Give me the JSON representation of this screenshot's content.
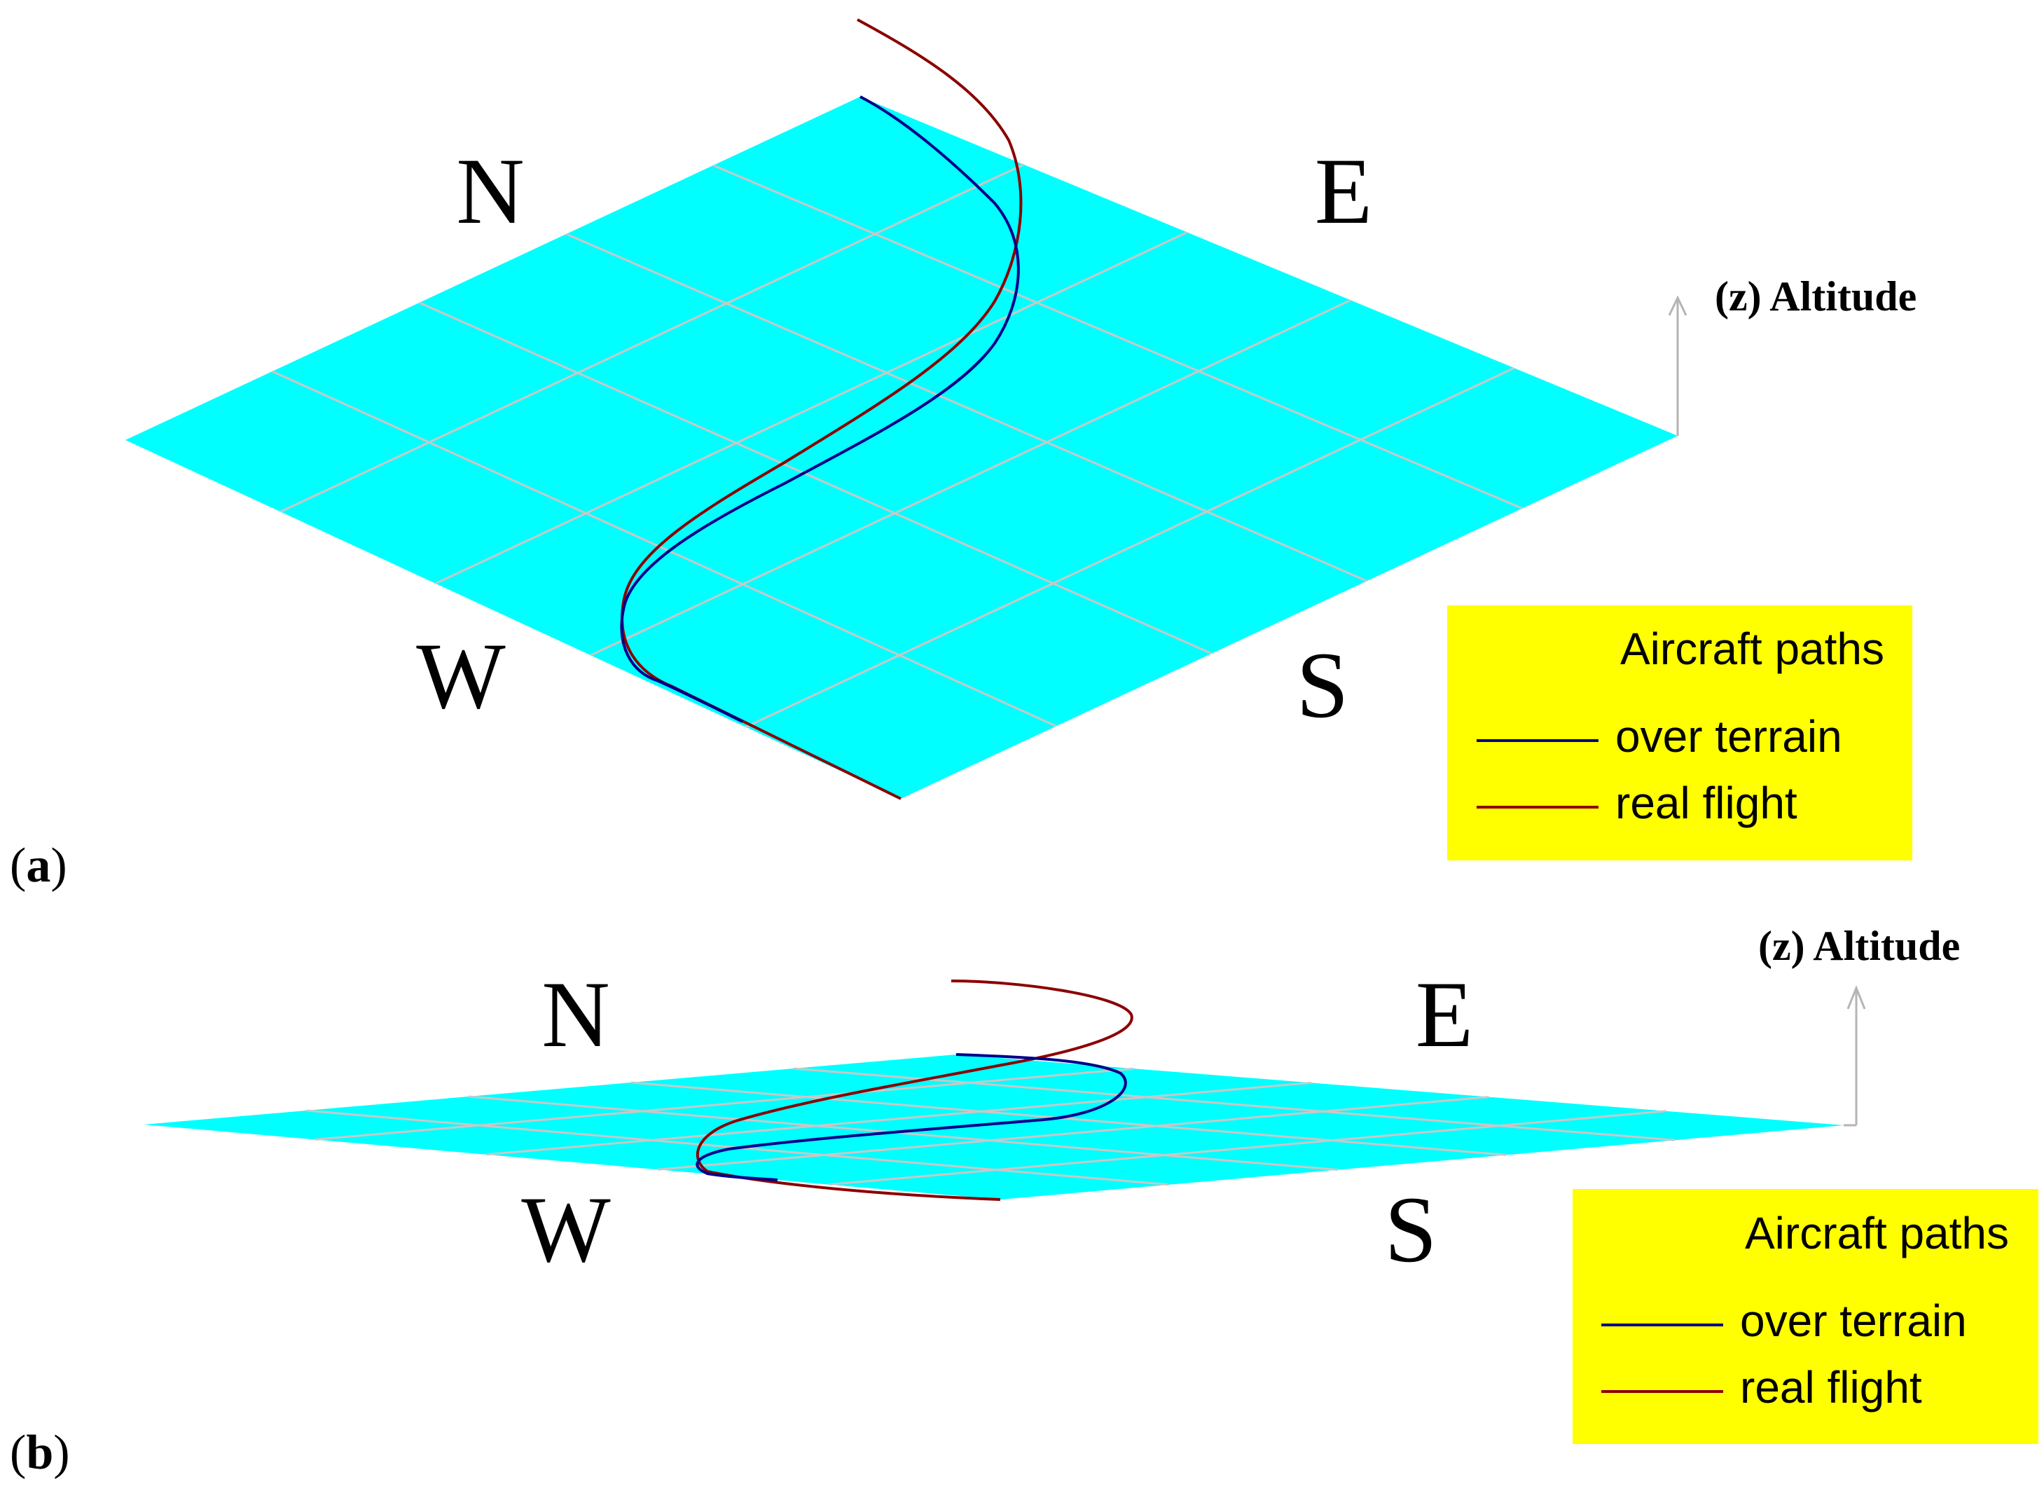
{
  "panels": [
    {
      "id": "a",
      "label_prefix": "(",
      "label_letter": "a",
      "label_suffix": ")",
      "directions": {
        "north": "N",
        "east": "E",
        "west": "W",
        "south": "S"
      },
      "axis_label": "(z) Altitude",
      "legend": {
        "title": "Aircraft paths",
        "entries": [
          {
            "label": "over terrain",
            "color": "#00008b"
          },
          {
            "label": "real flight",
            "color": "#8b0000"
          }
        ]
      }
    },
    {
      "id": "b",
      "label_prefix": "(",
      "label_letter": "b",
      "label_suffix": ")",
      "directions": {
        "north": "N",
        "east": "E",
        "west": "W",
        "south": "S"
      },
      "axis_label": "(z) Altitude",
      "legend": {
        "title": "Aircraft paths",
        "entries": [
          {
            "label": "over terrain",
            "color": "#00008b"
          },
          {
            "label": "real flight",
            "color": "#8b0000"
          }
        ]
      }
    }
  ],
  "colors": {
    "terrain": "#00ffff",
    "grid": "#c8c8c8",
    "legend_background": "#ffff00",
    "axis_arrow": "#b4b4b4",
    "text": "#000000"
  }
}
